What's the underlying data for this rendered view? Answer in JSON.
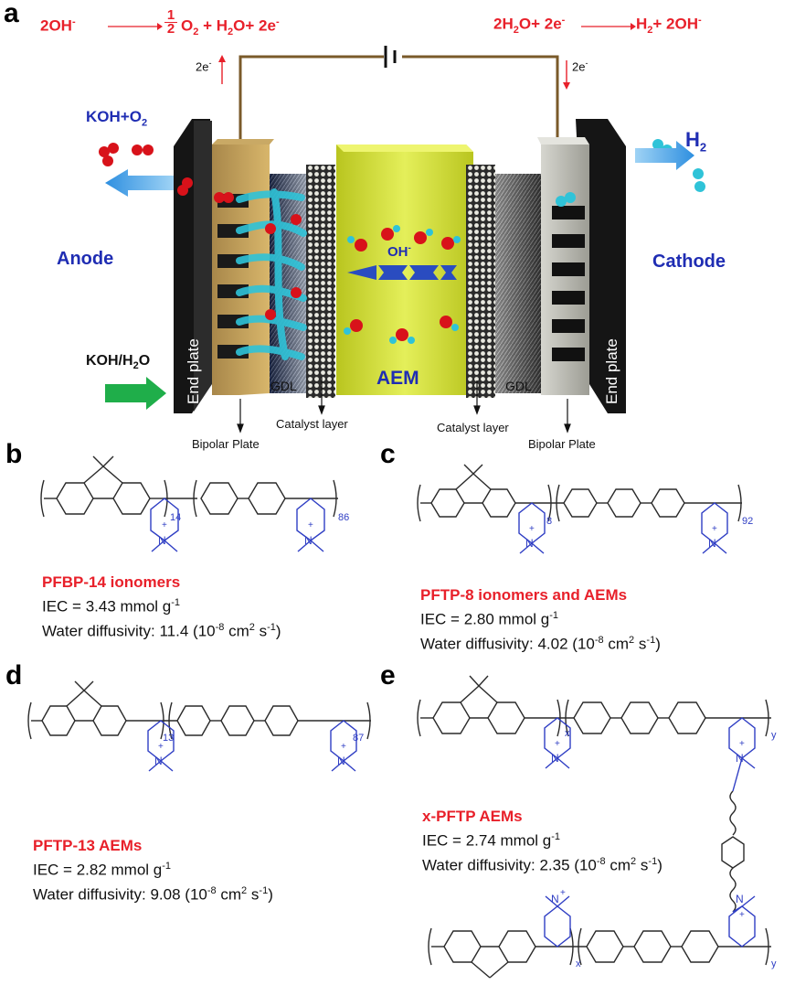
{
  "panels": {
    "a": "a",
    "b": "b",
    "c": "c",
    "d": "d",
    "e": "e"
  },
  "cell": {
    "anode_reaction": {
      "lhs": "2OH",
      "lhs_sup": "-",
      "frac_num": "1",
      "frac_den": "2",
      "rhs": "O",
      "rhs_sub": "2",
      "rhs2": " + H",
      "rhs2_sub": "2",
      "rhs3": "O+ 2e",
      "rhs3_sup": "-"
    },
    "cathode_reaction": {
      "lhs": "2H",
      "lhs_sub": "2",
      "lhs2": "O+ 2e",
      "lhs2_sup": "-",
      "rhs": "H",
      "rhs_sub": "2",
      "rhs2": "+ 2OH",
      "rhs2_sup": "-"
    },
    "electron_left": "2e",
    "electron_left_sup": "-",
    "electron_right": "2e",
    "electron_right_sup": "-",
    "koh_o2": "KOH+O",
    "koh_o2_sub": "2",
    "h2": "H",
    "h2_sub": "2",
    "anode": "Anode",
    "cathode": "Cathode",
    "koh_h2o": "KOH/H",
    "koh_h2o_sub": "2",
    "koh_h2o_end": "O",
    "end_plate_left": "End plate",
    "end_plate_right": "End plate",
    "oh_ion": "OH",
    "oh_ion_sup": "-",
    "aem": "AEM",
    "gdl_left": "GDL",
    "gdl_right": "GDL",
    "catalyst_left": "Catalyst layer",
    "catalyst_right": "Catalyst layer",
    "bipolar_left": "Bipolar Plate",
    "bipolar_right": "Bipolar Plate",
    "colors": {
      "anode_red": "#e8202a",
      "navy": "#1f2db3",
      "membrane": "#c8d62a",
      "arrow_blue": "#4aa3e8",
      "arrow_green": "#1fae4a",
      "ion_blue": "#2a4cc0"
    }
  },
  "b": {
    "sub1": "14",
    "sub2": "86",
    "title": "PFBP-14 ionomers",
    "iec_pre": "IEC = 3.43 mmol g",
    "iec_sup": "-1",
    "wd_pre": "Water diffusivity: 11.4 (10",
    "wd_sup1": "-8",
    "wd_mid": " cm",
    "wd_sup2": "2",
    "wd_mid2": " s",
    "wd_sup3": "-1",
    "wd_end": ")"
  },
  "c": {
    "sub1": "8",
    "sub2": "92",
    "title": "PFTP-8 ionomers and AEMs",
    "iec_pre": "IEC = 2.80 mmol g",
    "iec_sup": "-1",
    "wd_pre": "Water diffusivity: 4.02 (10",
    "wd_sup1": "-8",
    "wd_mid": " cm",
    "wd_sup2": "2",
    "wd_mid2": " s",
    "wd_sup3": "-1",
    "wd_end": ")"
  },
  "d": {
    "sub1": "13",
    "sub2": "87",
    "title": "PFTP-13 AEMs",
    "iec_pre": "IEC = 2.82 mmol g",
    "iec_sup": "-1",
    "wd_pre": "Water diffusivity: 9.08 (10",
    "wd_sup1": "-8",
    "wd_mid": " cm",
    "wd_sup2": "2",
    "wd_mid2": " s",
    "wd_sup3": "-1",
    "wd_end": ")"
  },
  "e": {
    "sub_x": "x",
    "sub_y": "y",
    "title": "x-PFTP  AEMs",
    "iec_pre": "IEC = 2.74 mmol g",
    "iec_sup": "-1",
    "wd_pre": "Water diffusivity: 2.35 (10",
    "wd_sup1": "-8",
    "wd_mid": " cm",
    "wd_sup2": "2",
    "wd_mid2": " s",
    "wd_sup3": "-1",
    "wd_end": ")"
  },
  "chem": {
    "n": "N",
    "plus": "+"
  }
}
